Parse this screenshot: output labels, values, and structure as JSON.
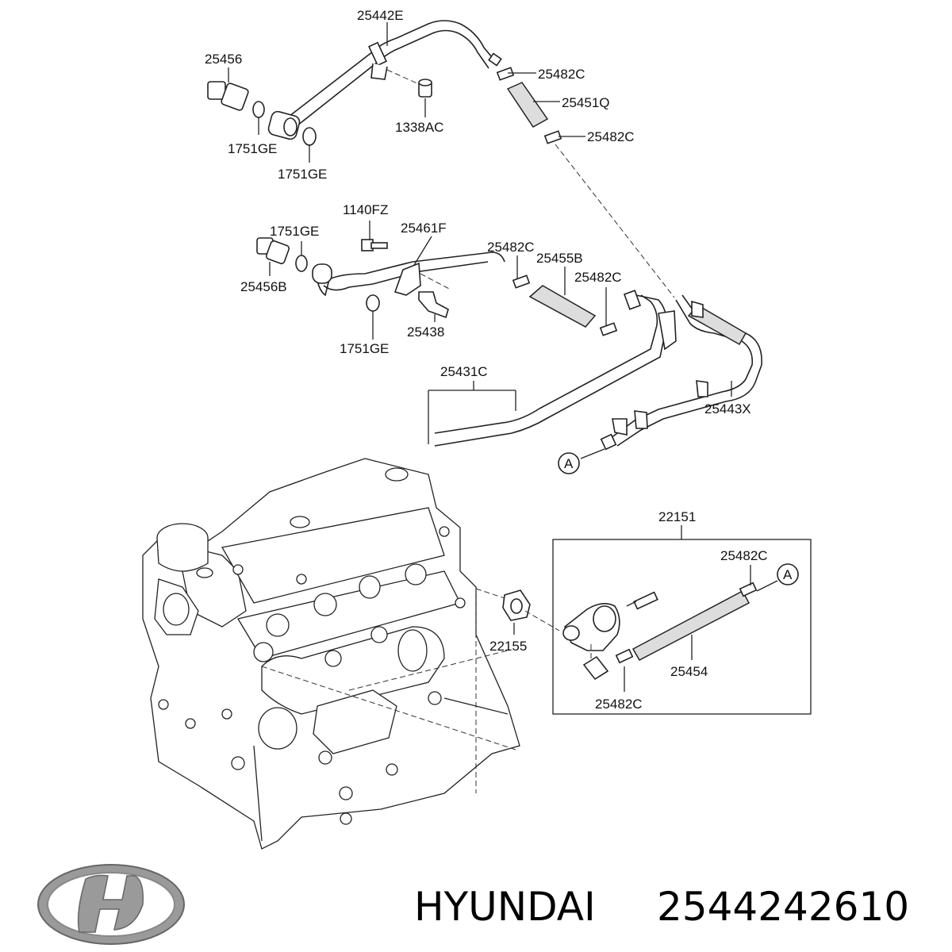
{
  "labels": {
    "p25442E": "25442E",
    "p25456": "25456",
    "p25482C_a": "25482C",
    "p25451Q": "25451Q",
    "p1338AC": "1338AC",
    "p25482C_b": "25482C",
    "p1751GE_a": "1751GE",
    "p1751GE_b": "1751GE",
    "p1140FZ": "1140FZ",
    "p1751GE_c": "1751GE",
    "p25461F": "25461F",
    "p25482C_c": "25482C",
    "p25455B": "25455B",
    "p25482C_d": "25482C",
    "p25456B": "25456B",
    "p25438": "25438",
    "p1751GE_d": "1751GE",
    "p25431C": "25431C",
    "p25443X": "25443X",
    "refA_top": "A",
    "p22151": "22151",
    "p25482C_e": "25482C",
    "refA_box": "A",
    "p22155": "22155",
    "p25454": "25454",
    "p25482C_f": "25482C"
  },
  "brand": {
    "name": "HYUNDAI",
    "part_number": "2544242610",
    "logo": "hyundai-logo"
  }
}
